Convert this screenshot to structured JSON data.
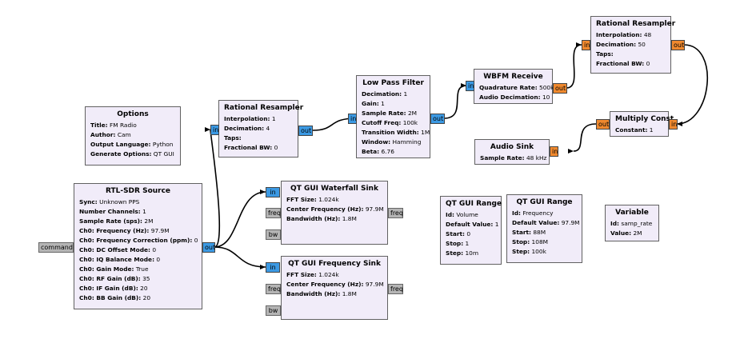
{
  "blocks": {
    "options": {
      "title": "Options",
      "params": [
        {
          "k": "Title:",
          "v": "FM Radio"
        },
        {
          "k": "Author:",
          "v": "Cam"
        },
        {
          "k": "Output Language:",
          "v": "Python"
        },
        {
          "k": "Generate Options:",
          "v": "QT GUI"
        }
      ]
    },
    "rtlsdr": {
      "title": "RTL-SDR Source",
      "params": [
        {
          "k": "Sync:",
          "v": "Unknown PPS"
        },
        {
          "k": "Number Channels:",
          "v": "1"
        },
        {
          "k": "Sample Rate (sps):",
          "v": "2M"
        },
        {
          "k": "Ch0: Frequency (Hz):",
          "v": "97.9M"
        },
        {
          "k": "Ch0: Frequency Correction (ppm):",
          "v": "0"
        },
        {
          "k": "Ch0: DC Offset Mode:",
          "v": "0"
        },
        {
          "k": "Ch0: IQ Balance Mode:",
          "v": "0"
        },
        {
          "k": "Ch0: Gain Mode:",
          "v": "True"
        },
        {
          "k": "Ch0: RF Gain (dB):",
          "v": "35"
        },
        {
          "k": "Ch0: IF Gain (dB):",
          "v": "20"
        },
        {
          "k": "Ch0: BB Gain (dB):",
          "v": "20"
        }
      ]
    },
    "resampler1": {
      "title": "Rational Resampler",
      "params": [
        {
          "k": "Interpolation:",
          "v": "1"
        },
        {
          "k": "Decimation:",
          "v": "4"
        },
        {
          "k": "Taps:",
          "v": ""
        },
        {
          "k": "Fractional BW:",
          "v": "0"
        }
      ]
    },
    "lowpass": {
      "title": "Low Pass Filter",
      "params": [
        {
          "k": "Decimation:",
          "v": "1"
        },
        {
          "k": "Gain:",
          "v": "1"
        },
        {
          "k": "Sample Rate:",
          "v": "2M"
        },
        {
          "k": "Cutoff Freq:",
          "v": "100k"
        },
        {
          "k": "Transition Width:",
          "v": "1M"
        },
        {
          "k": "Window:",
          "v": "Hamming"
        },
        {
          "k": "Beta:",
          "v": "6.76"
        }
      ]
    },
    "wbfm": {
      "title": "WBFM Receive",
      "params": [
        {
          "k": "Quadrature Rate:",
          "v": "500k"
        },
        {
          "k": "Audio Decimation:",
          "v": "10"
        }
      ]
    },
    "resampler2": {
      "title": "Rational Resampler",
      "params": [
        {
          "k": "Interpolation:",
          "v": "48"
        },
        {
          "k": "Decimation:",
          "v": "50"
        },
        {
          "k": "Taps:",
          "v": ""
        },
        {
          "k": "Fractional BW:",
          "v": "0"
        }
      ]
    },
    "multiply": {
      "title": "Multiply Const",
      "params": [
        {
          "k": "Constant:",
          "v": "1"
        }
      ]
    },
    "audiosink": {
      "title": "Audio Sink",
      "params": [
        {
          "k": "Sample Rate:",
          "v": "48 kHz"
        }
      ]
    },
    "waterfall": {
      "title": "QT GUI Waterfall Sink",
      "params": [
        {
          "k": "FFT Size:",
          "v": "1.024k"
        },
        {
          "k": "Center Frequency (Hz):",
          "v": "97.9M"
        },
        {
          "k": "Bandwidth (Hz):",
          "v": "1.8M"
        }
      ]
    },
    "freqsink": {
      "title": "QT GUI Frequency Sink",
      "params": [
        {
          "k": "FFT Size:",
          "v": "1.024k"
        },
        {
          "k": "Center Frequency (Hz):",
          "v": "97.9M"
        },
        {
          "k": "Bandwidth (Hz):",
          "v": "1.8M"
        }
      ]
    },
    "range1": {
      "title": "QT GUI Range",
      "params": [
        {
          "k": "Id:",
          "v": "Volume"
        },
        {
          "k": "Default Value:",
          "v": "1"
        },
        {
          "k": "Start:",
          "v": "0"
        },
        {
          "k": "Stop:",
          "v": "1"
        },
        {
          "k": "Step:",
          "v": "10m"
        }
      ]
    },
    "range2": {
      "title": "QT GUI Range",
      "params": [
        {
          "k": "Id:",
          "v": "Frequency"
        },
        {
          "k": "Default Value:",
          "v": "97.9M"
        },
        {
          "k": "Start:",
          "v": "88M"
        },
        {
          "k": "Stop:",
          "v": "108M"
        },
        {
          "k": "Step:",
          "v": "100k"
        }
      ]
    },
    "variable": {
      "title": "Variable",
      "params": [
        {
          "k": "Id:",
          "v": "samp_rate"
        },
        {
          "k": "Value:",
          "v": "2M"
        }
      ]
    }
  },
  "ports": {
    "in": "in",
    "out": "out",
    "freq": "freq",
    "bw": "bw",
    "command": "command"
  },
  "colors": {
    "block_bg": "#f1ecf9",
    "port_complex": "#3b99e3",
    "port_float": "#f0892e",
    "port_message": "#b5b5b5"
  }
}
